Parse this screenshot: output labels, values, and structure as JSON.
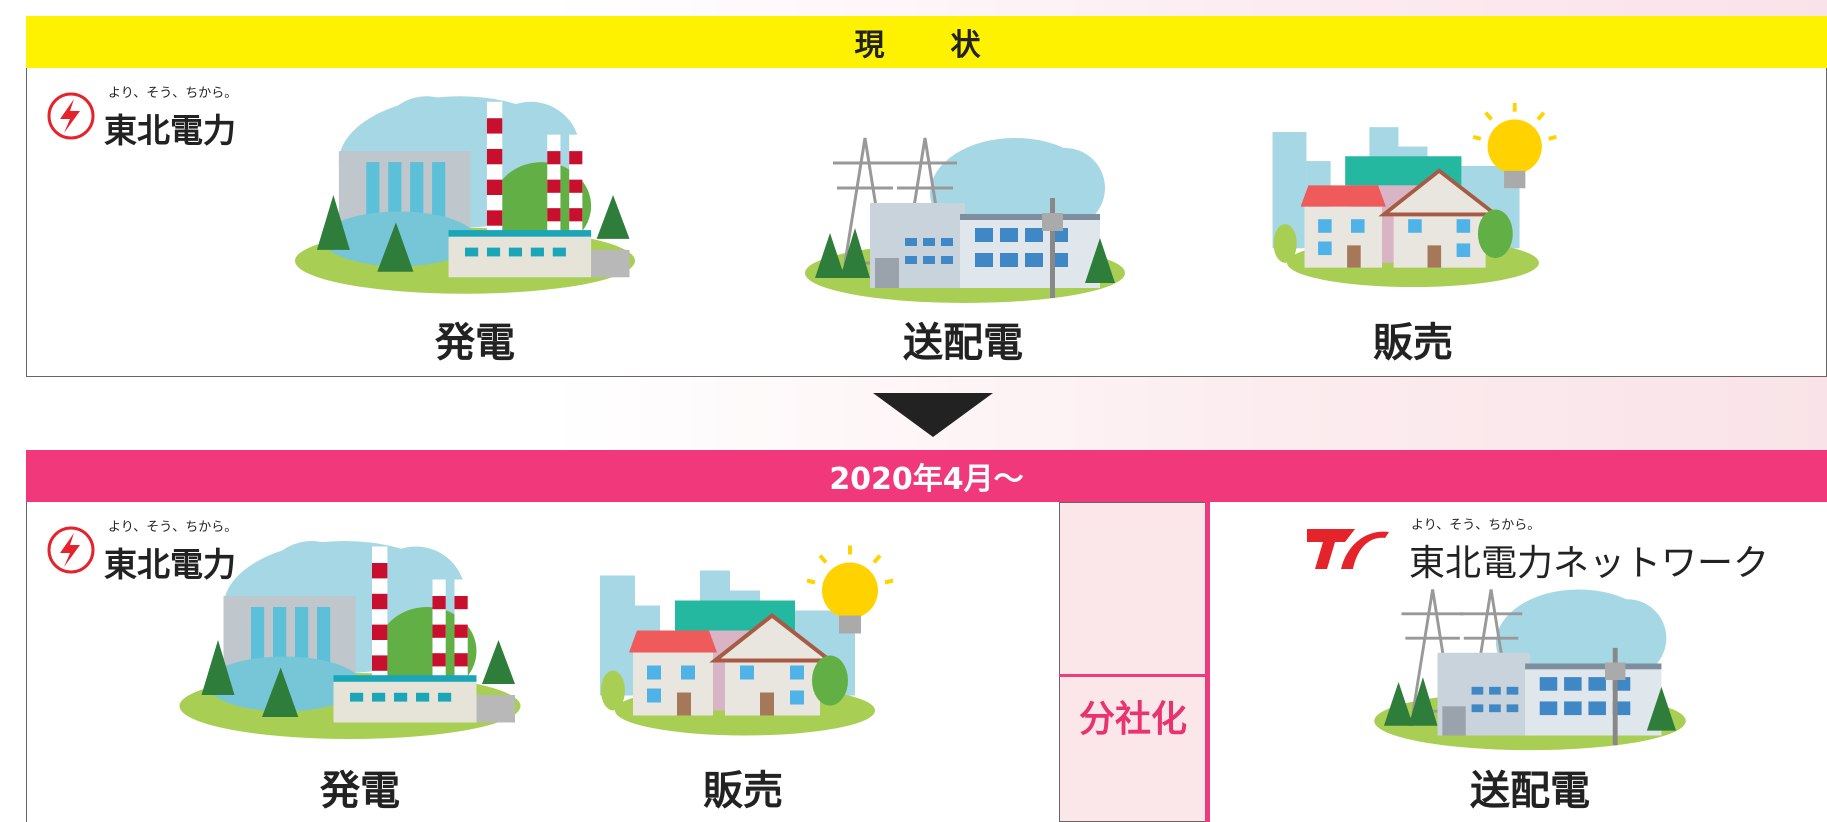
{
  "bands": {
    "current": "現　状",
    "after": "2020年4月～"
  },
  "logos": {
    "tohoku_tagline": "より、そう、ちから。",
    "tohoku_name": "東北電力",
    "network_tagline": "より、そう、ちから。",
    "network_name": "東北電力ネットワーク"
  },
  "captions": {
    "generation": "発電",
    "transmission": "送配電",
    "retail": "販売"
  },
  "separation_label": "分社化",
  "colors": {
    "current_band": "#fff200",
    "after_band": "#f0387a",
    "accent": "#ec3c7d",
    "logo_red": "#e4232a"
  }
}
